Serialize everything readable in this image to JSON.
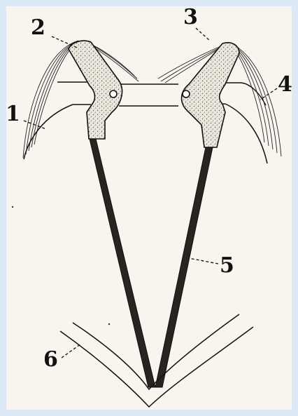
{
  "figure": {
    "labels": [
      "1",
      "2",
      "3",
      "4",
      "5",
      "6"
    ]
  },
  "colors": {
    "page_border": "#dde9f6",
    "paper": "#f7f5ee",
    "ink": "#111111",
    "sclerite_fill": "#e9e6db",
    "rod": "#2a2420"
  }
}
